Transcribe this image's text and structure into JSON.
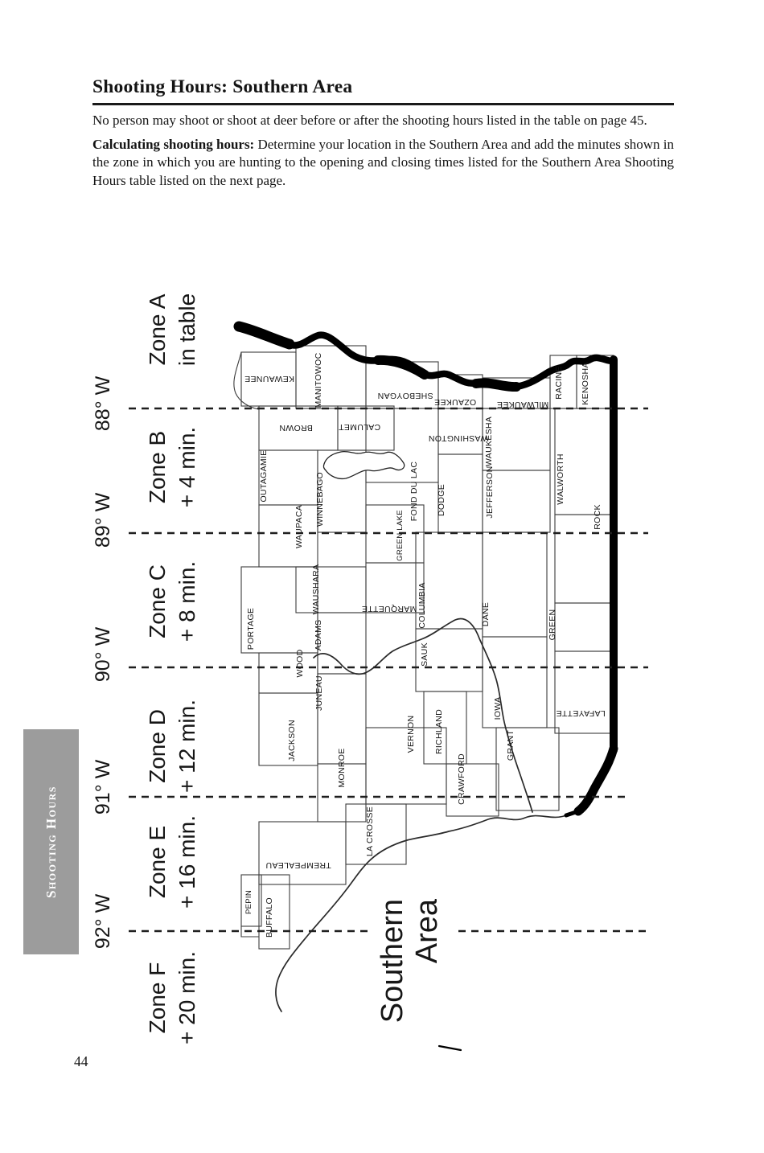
{
  "header": {
    "title": "Shooting Hours: Southern Area"
  },
  "body": {
    "p1": "No person may shoot or shoot at deer before or after the shooting hours listed in the table on page 45.",
    "p2_lead": "Calculating shooting hours:",
    "p2_rest": " Determine your location in the Southern Area and add the minutes shown in the zone in which you are hunting to the opening and closing times listed for the Southern Area Shooting Hours table listed on the next page."
  },
  "figure": {
    "zones": [
      {
        "name": "Zone A",
        "offset": "in table"
      },
      {
        "name": "Zone B",
        "offset": "+ 4 min."
      },
      {
        "name": "Zone C",
        "offset": "+ 8 min."
      },
      {
        "name": "Zone D",
        "offset": "+ 12 min."
      },
      {
        "name": "Zone E",
        "offset": "+ 16 min."
      },
      {
        "name": "Zone F",
        "offset": "+ 20 min."
      }
    ],
    "meridians": [
      "88° W",
      "89° W",
      "90° W",
      "91° W",
      "92° W"
    ],
    "area_label": {
      "line1": "Southern",
      "line2": "Area"
    },
    "counties": [
      "KEWAUNEE",
      "MANITOWOC",
      "SHEBOYGAN",
      "OZAUKEE",
      "MILWAUKEE",
      "RACINE",
      "KENOSHA",
      "BROWN",
      "CALUMET",
      "OUTAGAMIE",
      "WINNEBAGO",
      "WAUPACA",
      "FOND DU LAC",
      "DODGE",
      "WASHINGTON",
      "WAUKESHA",
      "JEFFERSON",
      "WALWORTH",
      "ROCK",
      "PORTAGE",
      "WAUSHARA",
      "GREEN LAKE",
      "MARQUETTE",
      "COLUMBIA",
      "DANE",
      "GREEN",
      "WOOD",
      "ADAMS",
      "SAUK",
      "JUNEAU",
      "IOWA",
      "LAFAYETTE",
      "JACKSON",
      "MONROE",
      "VERNON",
      "RICHLAND",
      "CRAWFORD",
      "GRANT",
      "LA CROSSE",
      "TREMPEALEAU",
      "PEPIN",
      "BUFFALO"
    ]
  },
  "sidebar": {
    "tab_label": "Shooting Hours"
  },
  "page_number": "44",
  "colors": {
    "tab_bg": "#9c9c9c",
    "ink": "#1a1a1a"
  }
}
